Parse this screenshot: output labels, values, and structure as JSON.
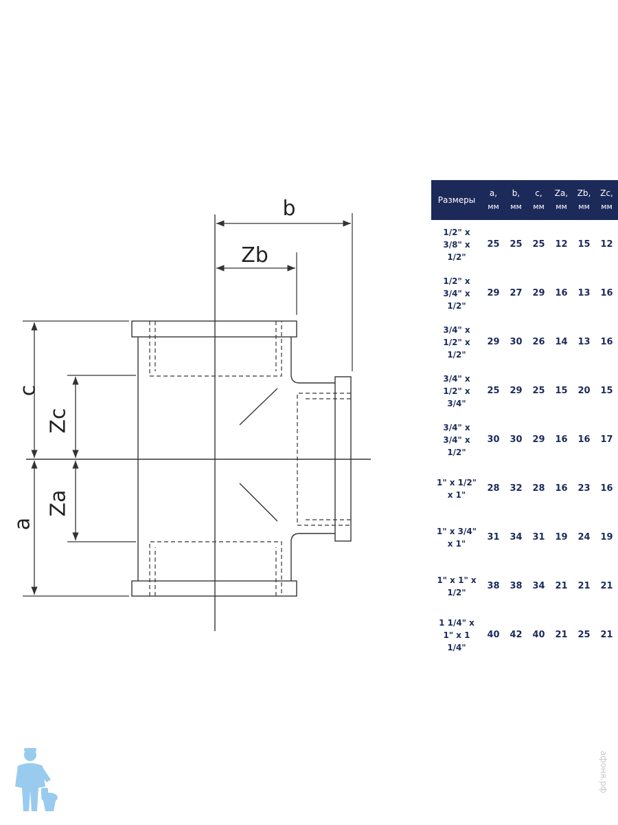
{
  "diagram": {
    "dimension_labels": {
      "b": "b",
      "zb": "Zb",
      "c": "c",
      "zc": "Zc",
      "za": "Za",
      "a": "a"
    }
  },
  "table": {
    "headers": [
      "Размеры",
      "a,",
      "b,",
      "c,",
      "Za,",
      "Zb,",
      "Zc,"
    ],
    "unit": "мм",
    "rows": [
      {
        "size": "1/2\" x 3/8\" x 1/2\"",
        "a": "25",
        "b": "25",
        "c": "25",
        "za": "12",
        "zb": "15",
        "zc": "12"
      },
      {
        "size": "1/2\" x 3/4\" x 1/2\"",
        "a": "29",
        "b": "27",
        "c": "29",
        "za": "16",
        "zb": "13",
        "zc": "16"
      },
      {
        "size": "3/4\" x 1/2\" x 1/2\"",
        "a": "29",
        "b": "30",
        "c": "26",
        "za": "14",
        "zb": "13",
        "zc": "16"
      },
      {
        "size": "3/4\" x 1/2\" x 3/4\"",
        "a": "25",
        "b": "29",
        "c": "25",
        "za": "15",
        "zb": "20",
        "zc": "15"
      },
      {
        "size": "3/4\" x 3/4\" x 1/2\"",
        "a": "30",
        "b": "30",
        "c": "29",
        "za": "16",
        "zb": "16",
        "zc": "17"
      },
      {
        "size": "1\" x 1/2\" x 1\"",
        "a": "28",
        "b": "32",
        "c": "28",
        "za": "16",
        "zb": "23",
        "zc": "16"
      },
      {
        "size": "1\" x 3/4\" x 1\"",
        "a": "31",
        "b": "34",
        "c": "31",
        "za": "19",
        "zb": "24",
        "zc": "19"
      },
      {
        "size": "1\" x 1\" x 1/2\"",
        "a": "38",
        "b": "38",
        "c": "34",
        "za": "21",
        "zb": "21",
        "zc": "21"
      },
      {
        "size": "1 1/4\" x 1\" x 1 1/4\"",
        "a": "40",
        "b": "42",
        "c": "40",
        "za": "21",
        "zb": "25",
        "zc": "21"
      }
    ]
  },
  "watermark": "афоня.рф",
  "colors": {
    "table_header_bg": "#1c2a5a",
    "table_text": "#1c2a5a",
    "drawing_line": "#333333",
    "logo": "#8fc6ee"
  }
}
